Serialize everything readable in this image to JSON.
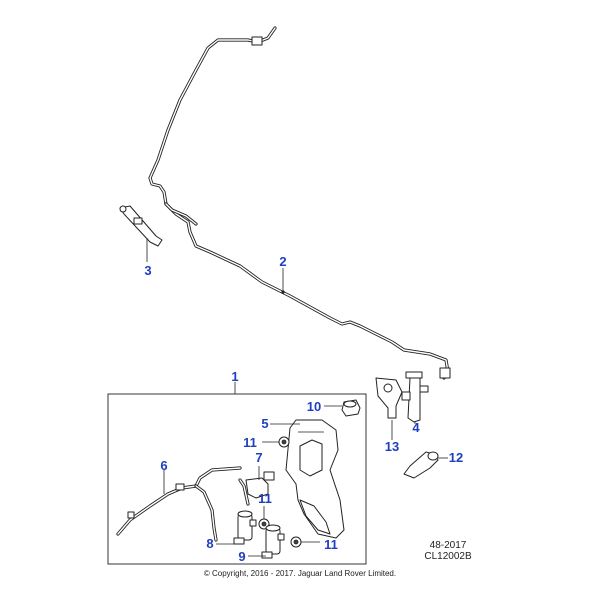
{
  "callouts": {
    "c1": "1",
    "c2": "2",
    "c3": "3",
    "c4": "4",
    "c5": "5",
    "c6": "6",
    "c7": "7",
    "c8": "8",
    "c9": "9",
    "c10": "10",
    "c11a": "11",
    "c11b": "11",
    "c11c": "11",
    "c12": "12",
    "c13": "13"
  },
  "meta": {
    "code_year": "48-2017",
    "drawing_id": "CL12002B",
    "copyright": "© Copyright, 2016 - 2017. Jaguar Land Rover Limited."
  },
  "colors": {
    "callout": "#1f3fbf",
    "line": "#222222"
  }
}
